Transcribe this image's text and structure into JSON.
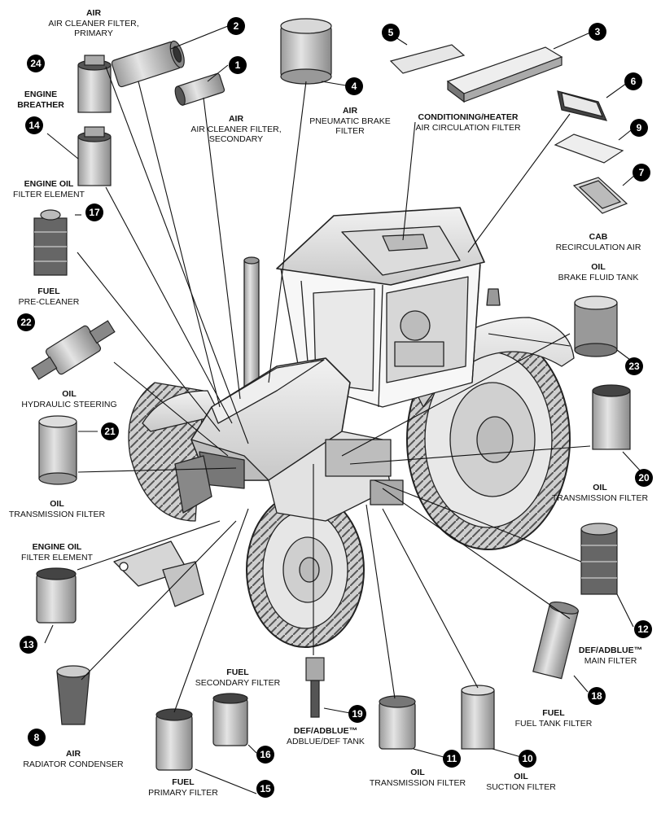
{
  "callouts": [
    {
      "n": "1",
      "cat": "AIR",
      "desc": [
        "AIR CLEANER FILTER,",
        "SECONDARY"
      ]
    },
    {
      "n": "2",
      "cat": "AIR",
      "desc": [
        "AIR CLEANER FILTER,",
        "PRIMARY"
      ]
    },
    {
      "n": "3",
      "cat": "CONDITIONING/HEATER",
      "desc": [
        "AIR CIRCULATION FILTER"
      ]
    },
    {
      "n": "4",
      "cat": "AIR",
      "desc": [
        "PNEUMATIC BRAKE",
        "FILTER"
      ]
    },
    {
      "n": "5",
      "cat": "",
      "desc": []
    },
    {
      "n": "6",
      "cat": "",
      "desc": []
    },
    {
      "n": "7",
      "cat": "CAB",
      "desc": [
        "RECIRCULATION AIR"
      ]
    },
    {
      "n": "8",
      "cat": "AIR",
      "desc": [
        "RADIATOR CONDENSER"
      ]
    },
    {
      "n": "9",
      "cat": "",
      "desc": []
    },
    {
      "n": "10",
      "cat": "OIL",
      "desc": [
        "SUCTION FILTER"
      ]
    },
    {
      "n": "11",
      "cat": "OIL",
      "desc": [
        "TRANSMISSION FILTER"
      ]
    },
    {
      "n": "12",
      "cat": "DEF/ADBLUE™",
      "desc": [
        "MAIN FILTER"
      ]
    },
    {
      "n": "13",
      "cat": "ENGINE OIL",
      "desc": [
        "FILTER ELEMENT"
      ]
    },
    {
      "n": "14",
      "cat": "ENGINE OIL",
      "desc": [
        "FILTER ELEMENT"
      ]
    },
    {
      "n": "15",
      "cat": "FUEL",
      "desc": [
        "PRIMARY FILTER"
      ]
    },
    {
      "n": "16",
      "cat": "FUEL",
      "desc": [
        "SECONDARY FILTER"
      ]
    },
    {
      "n": "17",
      "cat": "FUEL",
      "desc": [
        "PRE-CLEANER"
      ]
    },
    {
      "n": "18",
      "cat": "FUEL",
      "desc": [
        "FUEL TANK FILTER"
      ]
    },
    {
      "n": "19",
      "cat": "DEF/ADBLUE™",
      "desc": [
        "ADBLUE/DEF TANK"
      ]
    },
    {
      "n": "20",
      "cat": "OIL",
      "desc": [
        "TRANSMISSION FILTER"
      ]
    },
    {
      "n": "21",
      "cat": "OIL",
      "desc": [
        "TRANSMISSION FILTER"
      ]
    },
    {
      "n": "22",
      "cat": "OIL",
      "desc": [
        "HYDRAULIC STEERING"
      ]
    },
    {
      "n": "23",
      "cat": "OIL",
      "desc": [
        "BRAKE FLUID TANK"
      ]
    },
    {
      "n": "24",
      "cat": "ENGINE",
      "desc": [
        "BREATHER"
      ]
    }
  ]
}
